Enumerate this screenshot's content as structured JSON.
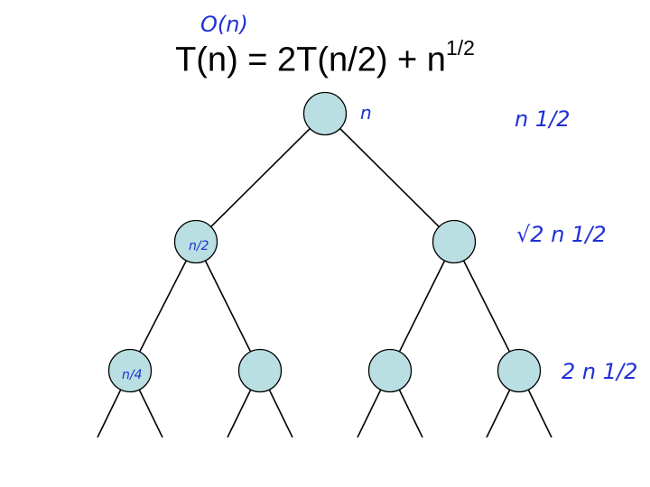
{
  "slide": {
    "title_base": "T(n) = 2T(n/2) + n",
    "title_exponent": "1/2"
  },
  "tree": {
    "node_fill": "#b9dfe2",
    "node_stroke": "#000000",
    "levels": 3
  },
  "annotations": {
    "color": "#1f2fd6",
    "total": "O(n)",
    "root_size": "n",
    "level1_size": "n/2",
    "level2_size": "n/4",
    "level0_cost": "n 1/2",
    "level1_cost": "√2 n 1/2",
    "level2_cost": "2 n 1/2"
  }
}
